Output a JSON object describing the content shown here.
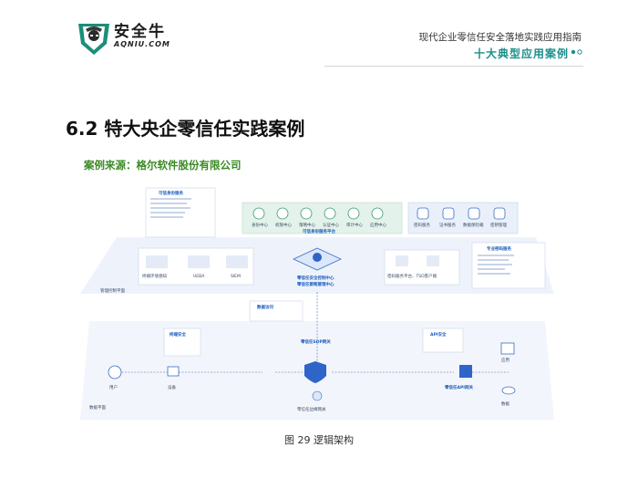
{
  "brand": {
    "name": "安全牛",
    "sub": "AQNIU.COM"
  },
  "header": {
    "line1": "现代企业零信任安全落地实践应用指南",
    "line2": "十大典型应用案例"
  },
  "section": {
    "title": "6.2 特大央企零信任实践案例",
    "source": "案例来源：格尔软件股份有限公司"
  },
  "figure": {
    "caption": "图 29 逻辑架构",
    "top_center_label": "可信身份服务平台",
    "center_label_1": "零信任安全控制中心",
    "center_label_2": "零信任策略管理中心",
    "mgmt_plane": "管理控制平面",
    "data_plane": "数据平面",
    "modules": [
      "身份中心",
      "权限中心",
      "策略中心",
      "认证中心",
      "审计中心",
      "应用中心"
    ],
    "right_modules": [
      "密码服务",
      "证书服务",
      "数据保险箱",
      "密钥管理"
    ],
    "middle_left": [
      "终端环境感知",
      "UEBA",
      "SIEM"
    ],
    "middle_right": "密码服务平台、TSO客户端",
    "right_panel": "专业密码服务",
    "top_left_panel": "可信身份服务",
    "nodes": {
      "user": "用户",
      "device": "设备",
      "gateway": "零信任SDP网关",
      "api_gateway": "零信任API网关",
      "app": "应用",
      "data": "数据",
      "terminal": "终端安全",
      "access": "数据访问",
      "api_sec": "API安全",
      "edge": "零信任边缘网关"
    }
  }
}
